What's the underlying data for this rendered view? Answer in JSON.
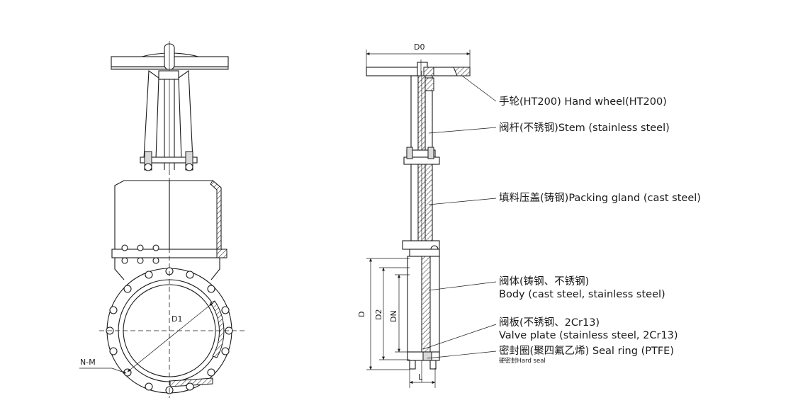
{
  "callouts": {
    "hand_wheel": "手轮(HT200) Hand wheel(HT200)",
    "stem": "阀杆(不锈钢)Stem (stainless steel)",
    "packing_gland": "填料压盖(铸钢)Packing gland (cast steel)",
    "body_cn": "阀体(铸钢、不锈钢)",
    "body_en": "Body (cast steel, stainless steel)",
    "plate_cn": "阀板(不锈钢、2Cr13)",
    "plate_en": "Valve plate (stainless steel, 2Cr13)",
    "seal": "密封圈(聚四氟乙烯) Seal ring (PTFE)",
    "hard_seal": "硬密封Hard seal"
  },
  "dimensions": {
    "d0": "D0",
    "d": "D",
    "d1": "D1",
    "d2": "D2",
    "dn": "DN",
    "l": "L",
    "nm": "N-M"
  }
}
